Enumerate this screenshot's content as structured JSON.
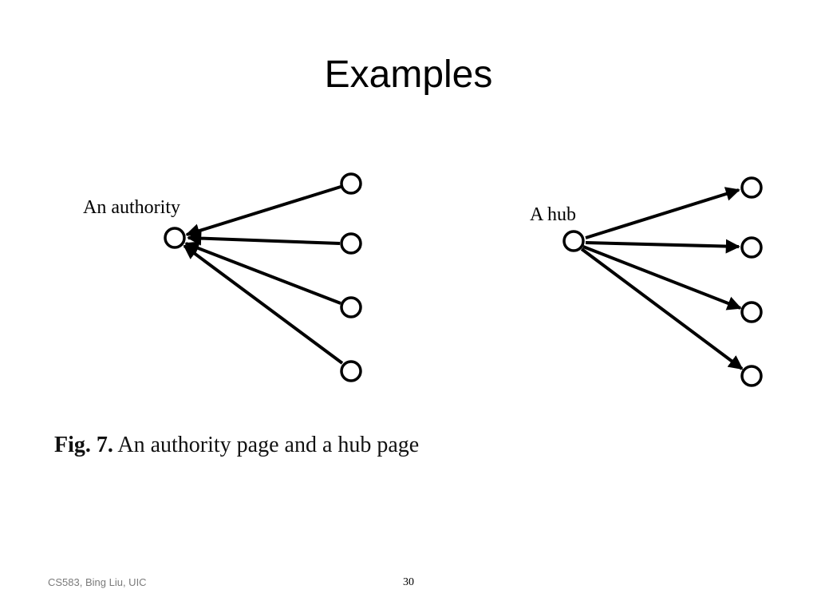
{
  "slide": {
    "title": "Examples",
    "footer_left": "CS583, Bing Liu, UIC",
    "page_number": "30"
  },
  "diagram": {
    "authority_label": "An authority",
    "hub_label": "A hub",
    "authority_in_links": 4,
    "hub_out_links": 4,
    "node_count_per_side": 5
  },
  "caption": {
    "figure": "Fig. 7.",
    "text": "An authority page and a hub page"
  }
}
